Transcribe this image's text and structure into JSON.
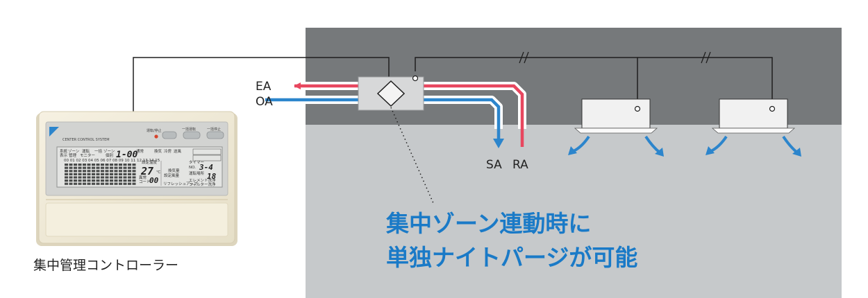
{
  "labels": {
    "ea": "EA",
    "oa": "OA",
    "sa": "SA",
    "ra": "RA"
  },
  "caption": "集中管理コントローラー",
  "headline": {
    "line1": "集中ゾーン連動時に",
    "line2": "単独ナイトパージが可能"
  },
  "controller": {
    "brand_text": "CENTER CONTROL SYSTEM",
    "button1_label": "運転/停止",
    "button2_label": "一括運転",
    "button3_label": "一括停止",
    "lcd_zone_number": "1-00",
    "lcd_temperature": "27",
    "lcd_temp_unit": "℃",
    "lcd_code": "00",
    "lcd_schedule_no": "3-4",
    "lcd_count": "18",
    "lcd_column_numbers": "00 01 02 03 04 05 06 07 08 09 10 11 12 13 14 15",
    "lcd_labels": {
      "t1": "系統",
      "t2": "表示",
      "t3": "ゾーン",
      "t4": "管理",
      "t5": "運転",
      "t6": "モニター",
      "t7": "一括",
      "t8": "ゾーン",
      "t9": "個別",
      "t10": "換気",
      "t11": "通常",
      "t12": "冷房",
      "t13": "送風",
      "t14": "設定温度",
      "t15": "異常",
      "t16": "コード",
      "t17": "換気量",
      "t18": "設定風量",
      "t19": "リフレッシュアップ",
      "t20": "運転場所",
      "t21": "エレメント洗浄",
      "t22": "フィルター洗浄",
      "t23": "タイマー",
      "t24": "NO."
    }
  },
  "colors": {
    "ceiling": "#76797b",
    "room": "#c6c9cb",
    "exhaust_duct": "#e8475f",
    "outdoor_duct": "#2c85cc",
    "airflow_arrow": "#2c85cc",
    "headline": "#1a7ac7",
    "controller_body": "#f1ebd8"
  }
}
